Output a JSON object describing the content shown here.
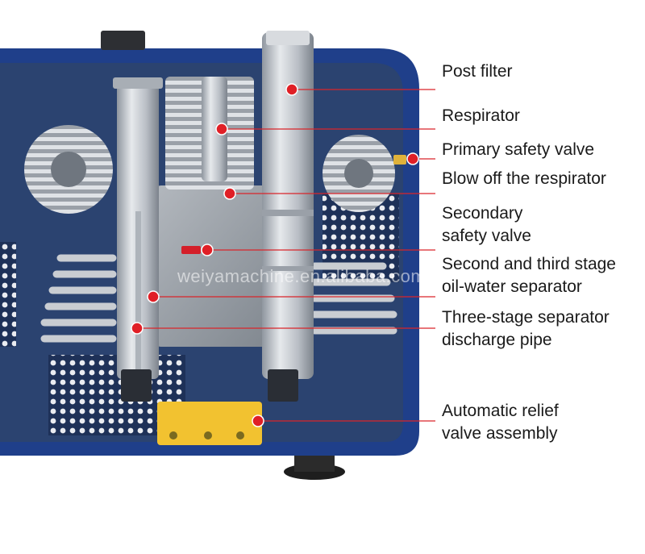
{
  "diagram": {
    "watermark": "weiyamachine.en.alibaba.com",
    "colors": {
      "frame": "#1f3f8a",
      "frame_dark": "#14306e",
      "panel": "#2b4370",
      "metal": "#c8ccd2",
      "metal_dark": "#8c939c",
      "brass": "#f2c230",
      "marker": "#e01f26",
      "leader": "#d9252b"
    },
    "callouts": [
      {
        "id": "post-filter",
        "lines": [
          "Post filter"
        ]
      },
      {
        "id": "respirator",
        "lines": [
          "Respirator"
        ]
      },
      {
        "id": "primary-safety-valve",
        "lines": [
          "Primary safety valve"
        ]
      },
      {
        "id": "blow-off-respirator",
        "lines": [
          "Blow off the respirator"
        ]
      },
      {
        "id": "secondary-safety-valve",
        "lines": [
          "Secondary",
          "safety valve"
        ]
      },
      {
        "id": "oil-water-separator",
        "lines": [
          "Second and third stage",
          "oil-water separator"
        ]
      },
      {
        "id": "separator-discharge-pipe",
        "lines": [
          "Three-stage separator",
          "discharge pipe"
        ]
      },
      {
        "id": "auto-relief-valve",
        "lines": [
          "Automatic relief",
          "valve assembly"
        ]
      }
    ]
  }
}
